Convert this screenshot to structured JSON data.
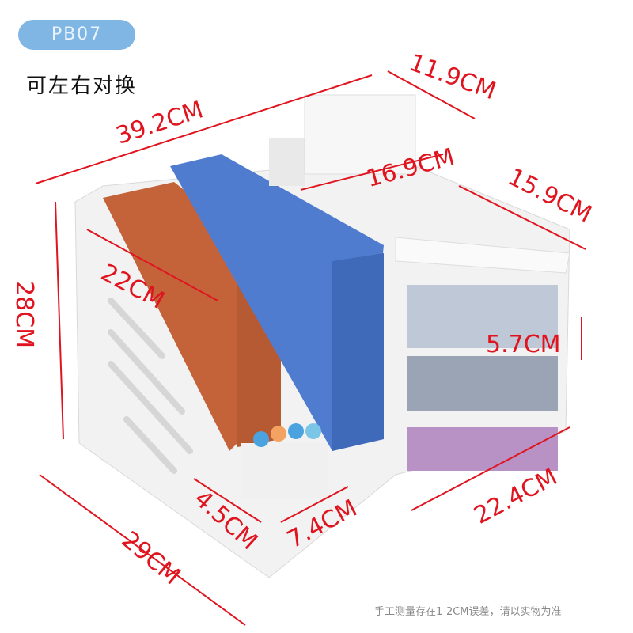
{
  "badge": {
    "label": "PB07",
    "color": "#7fb6e3"
  },
  "subtitle": "可左右对换",
  "footnote": "手工测量存在1-2CM误差，请以实物为准",
  "product": {
    "description": "White desktop file organizer with magazine holders, pen compartments, tissue box slot and side drawers",
    "accent_color": "#e0141e"
  },
  "dimensions": {
    "overall_width": "39.2CM",
    "top_depth": "11.9CM",
    "top_shelf_width": "16.9CM",
    "side_depth": "15.9CM",
    "height": "28CM",
    "file_slot_depth": "22CM",
    "drawer_gap": "5.7CM",
    "pen_slot_depth": "4.5CM",
    "pen_slot_width": "7.4CM",
    "base_depth": "29CM",
    "drawer_width": "22.4CM"
  }
}
